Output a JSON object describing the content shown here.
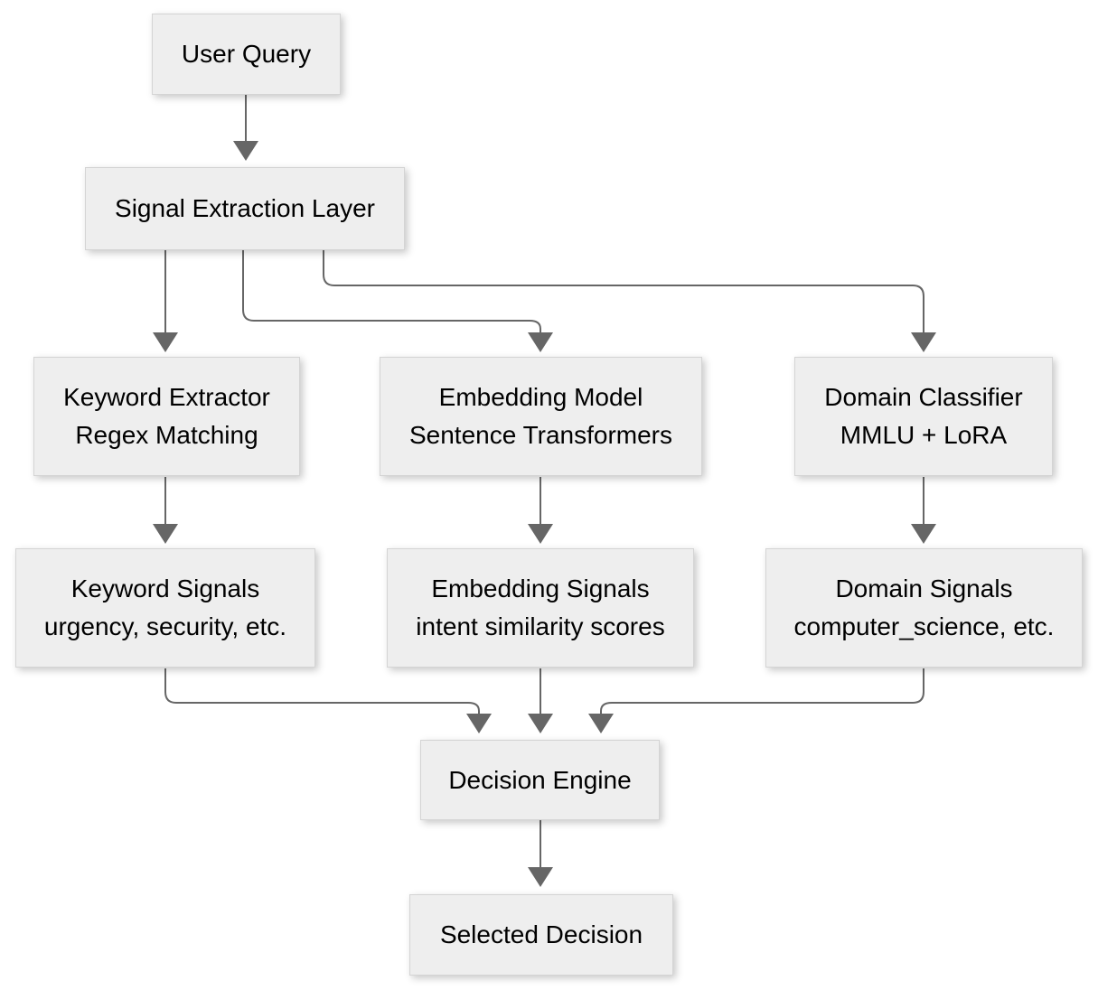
{
  "diagram": {
    "type": "flowchart",
    "direction": "top-down",
    "nodes": {
      "user_query": {
        "label": "User Query"
      },
      "signal_extraction": {
        "label": "Signal Extraction Layer"
      },
      "keyword_extractor": {
        "label": "Keyword Extractor",
        "sublabel": "Regex Matching"
      },
      "embedding_model": {
        "label": "Embedding Model",
        "sublabel": "Sentence Transformers"
      },
      "domain_classifier": {
        "label": "Domain Classifier",
        "sublabel": "MMLU + LoRA"
      },
      "keyword_signals": {
        "label": "Keyword Signals",
        "sublabel": "urgency, security, etc."
      },
      "embedding_signals": {
        "label": "Embedding Signals",
        "sublabel": "intent similarity scores"
      },
      "domain_signals": {
        "label": "Domain Signals",
        "sublabel": "computer_science, etc."
      },
      "decision_engine": {
        "label": "Decision Engine"
      },
      "selected_decision": {
        "label": "Selected Decision"
      }
    },
    "edges": [
      {
        "from": "User Query",
        "to": "Signal Extraction Layer"
      },
      {
        "from": "Signal Extraction Layer",
        "to": "Keyword Extractor"
      },
      {
        "from": "Signal Extraction Layer",
        "to": "Embedding Model"
      },
      {
        "from": "Signal Extraction Layer",
        "to": "Domain Classifier"
      },
      {
        "from": "Keyword Extractor",
        "to": "Keyword Signals"
      },
      {
        "from": "Embedding Model",
        "to": "Embedding Signals"
      },
      {
        "from": "Domain Classifier",
        "to": "Domain Signals"
      },
      {
        "from": "Keyword Signals",
        "to": "Decision Engine"
      },
      {
        "from": "Embedding Signals",
        "to": "Decision Engine"
      },
      {
        "from": "Domain Signals",
        "to": "Decision Engine"
      },
      {
        "from": "Decision Engine",
        "to": "Selected Decision"
      }
    ],
    "colors": {
      "background": "#ffffff",
      "node_fill": "#eeeeee",
      "node_border": "#d4d4d4",
      "edge_color": "#666666",
      "text_color": "#000000"
    }
  }
}
